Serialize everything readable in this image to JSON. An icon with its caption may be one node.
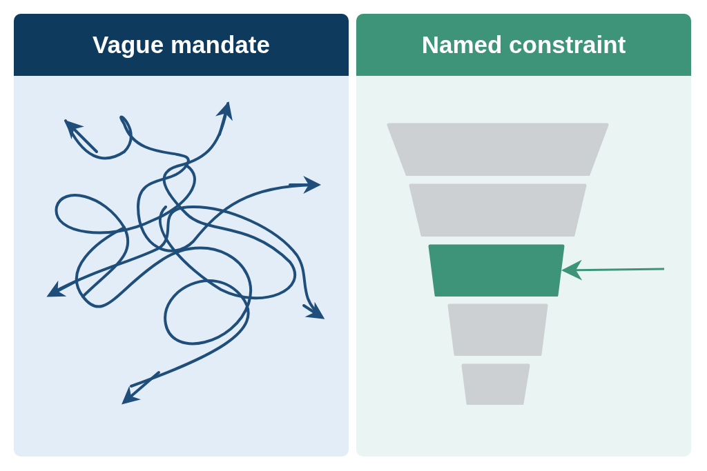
{
  "diagram": {
    "nodes": [
      {
        "text": [
          "Vague mandate"
        ]
      },
      {
        "text": [
          "Named constraint"
        ]
      },
      {
        "text": [],
        "shape": "bar",
        "in": 1
      },
      {
        "text": [],
        "shape": "bar",
        "in": 1
      },
      {
        "text": [],
        "shape": "bar",
        "in": 1
      },
      {
        "text": [],
        "shape": "bar",
        "in": 1
      },
      {
        "text": [],
        "shape": "bar",
        "in": 1
      }
    ],
    "edges": [
      {
        "from": null,
        "to": 4,
        "arrow": "to"
      }
    ]
  }
}
